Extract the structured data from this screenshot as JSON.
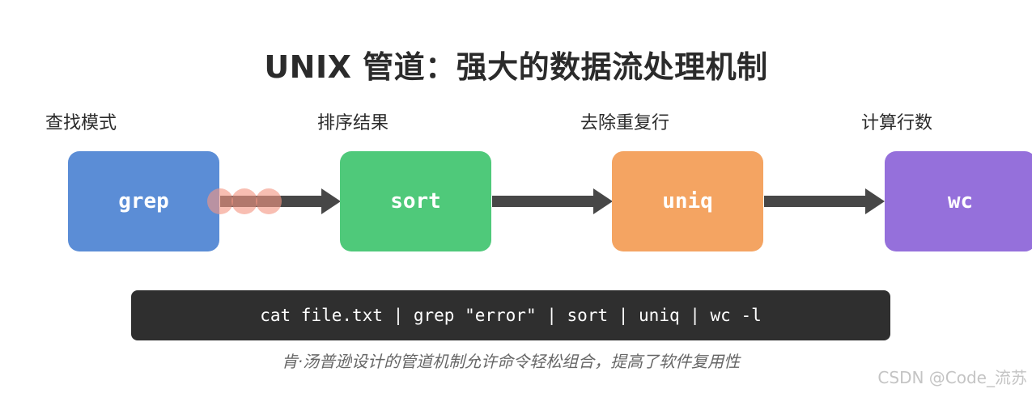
{
  "title": "UNIX 管道：强大的数据流处理机制",
  "stages": [
    {
      "label": "查找模式",
      "command": "grep",
      "color": "#5b8dd6"
    },
    {
      "label": "排序结果",
      "command": "sort",
      "color": "#4fc97a"
    },
    {
      "label": "去除重复行",
      "command": "uniq",
      "color": "#f4a462"
    },
    {
      "label": "计算行数",
      "command": "wc",
      "color": "#9570db"
    }
  ],
  "arrow_color": "#474747",
  "flow_dot_color": "#f49682",
  "command_line": "cat file.txt | grep \"error\" | sort | uniq | wc -l",
  "caption": "肯·汤普逊设计的管道机制允许命令轻松组合，提高了软件复用性",
  "watermark": "CSDN @Code_流苏"
}
